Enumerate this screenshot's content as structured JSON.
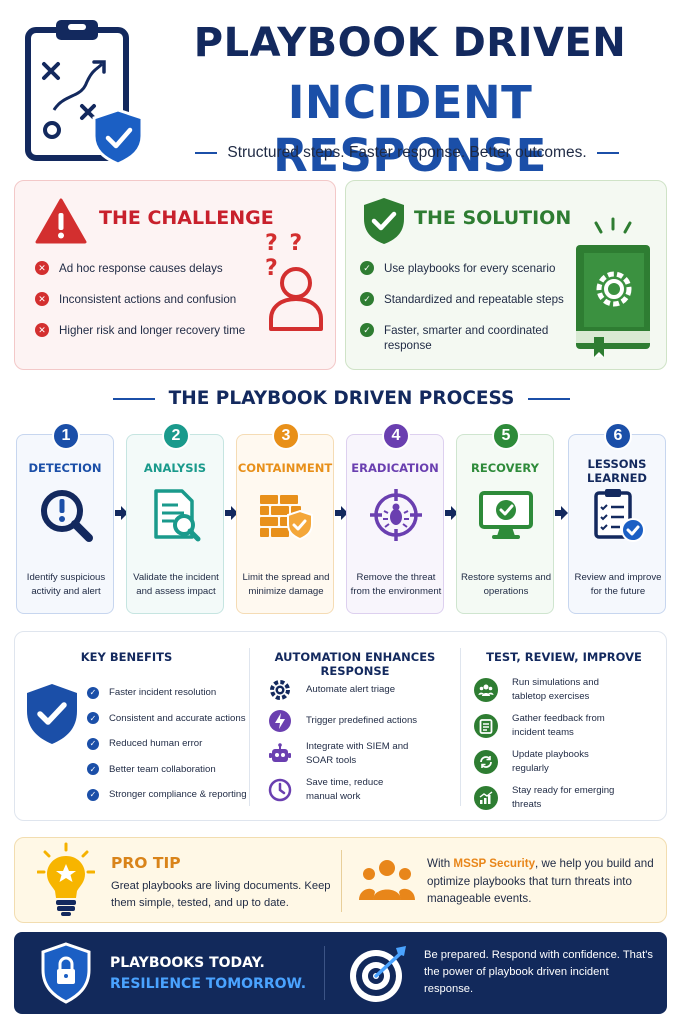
{
  "header": {
    "title_line1": "PLAYBOOK DRIVEN",
    "title_line2": "INCIDENT RESPONSE",
    "subtitle": "Structured steps. Faster response. Better outcomes."
  },
  "challenge": {
    "title": "THE CHALLENGE",
    "items": [
      "Ad hoc response causes delays",
      "Inconsistent actions and confusion",
      "Higher risk and longer recovery time"
    ],
    "marks": "? ? ?"
  },
  "solution": {
    "title": "THE SOLUTION",
    "items": [
      "Use playbooks for every scenario",
      "Standardized and repeatable steps",
      "Faster, smarter and coordinated response"
    ]
  },
  "process": {
    "title": "THE PLAYBOOK DRIVEN PROCESS",
    "steps": [
      {
        "num": "1",
        "title": "DETECTION",
        "desc": "Identify suspicious activity and alert",
        "color": "#1b4fa8",
        "icon": "magnifier-alert-icon"
      },
      {
        "num": "2",
        "title": "ANALYSIS",
        "desc": "Validate the incident and assess impact",
        "color": "#1a9a8c",
        "icon": "document-search-icon"
      },
      {
        "num": "3",
        "title": "CONTAINMENT",
        "desc": "Limit the spread and minimize damage",
        "color": "#e8901a",
        "icon": "firewall-shield-icon"
      },
      {
        "num": "4",
        "title": "ERADICATION",
        "desc": "Remove the threat from the environment",
        "color": "#6a3fb0",
        "icon": "bug-target-icon"
      },
      {
        "num": "5",
        "title": "RECOVERY",
        "desc": "Restore systems and operations",
        "color": "#2e8b3a",
        "icon": "monitor-check-icon"
      },
      {
        "num": "6",
        "title": "LESSONS LEARNED",
        "desc": "Review and improve for the future",
        "color": "#1b4fa8",
        "icon": "checklist-icon"
      }
    ]
  },
  "benefits": {
    "title": "KEY BENEFITS",
    "items": [
      "Faster incident resolution",
      "Consistent and accurate actions",
      "Reduced human error",
      "Better team collaboration",
      "Stronger compliance & reporting"
    ]
  },
  "automation": {
    "title": "AUTOMATION ENHANCES RESPONSE",
    "items": [
      {
        "text": "Automate alert triage",
        "icon": "gear-icon"
      },
      {
        "text": "Trigger predefined actions",
        "icon": "lightning-icon"
      },
      {
        "text": "Integrate with SIEM and SOAR tools",
        "icon": "robot-icon"
      },
      {
        "text": "Save time, reduce manual work",
        "icon": "clock-icon"
      }
    ]
  },
  "test": {
    "title": "TEST, REVIEW, IMPROVE",
    "items": [
      {
        "text": "Run simulations and tabletop exercises",
        "icon": "team-icon"
      },
      {
        "text": "Gather feedback from incident teams",
        "icon": "clipboard-icon"
      },
      {
        "text": "Update playbooks regularly",
        "icon": "refresh-icon"
      },
      {
        "text": "Stay ready for emerging threats",
        "icon": "growth-chart-icon"
      }
    ]
  },
  "protip": {
    "title": "PRO TIP",
    "text": "Great playbooks are living documents. Keep them simple, tested, and up to date.",
    "mssp_pre": "With ",
    "mssp_brand": "MSSP Security",
    "mssp_post": ", we help you build and optimize playbooks that turn threats into manageable events."
  },
  "footer": {
    "tagline1": "PLAYBOOKS TODAY.",
    "tagline2": "RESILIENCE TOMORROW.",
    "text": "Be prepared. Respond with confidence. That's the power of playbook driven incident response."
  },
  "colors": {
    "navy": "#13295e",
    "blue": "#1b4fa8",
    "red": "#c8202c",
    "green": "#2e7d32",
    "orange": "#e8861a"
  }
}
